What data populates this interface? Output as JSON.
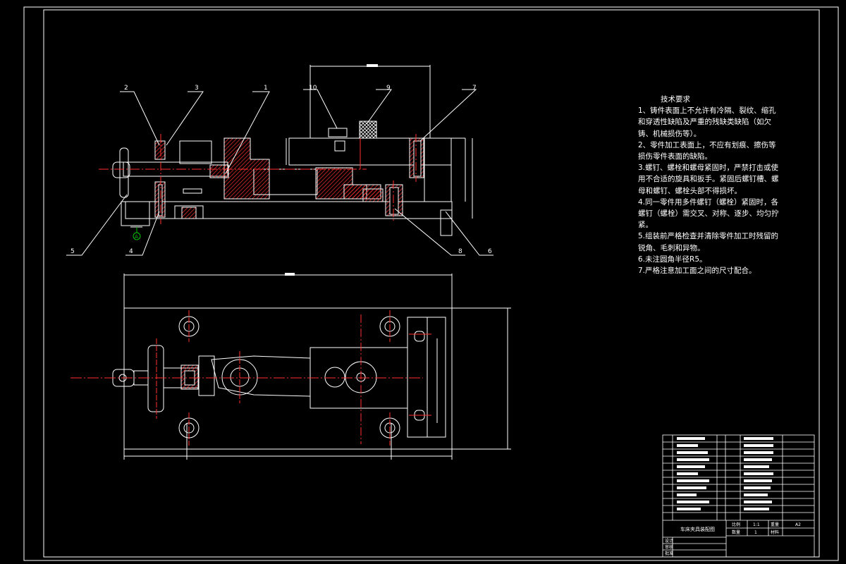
{
  "drawing": {
    "balloons": [
      "1",
      "2",
      "3",
      "4",
      "5",
      "6",
      "7",
      "8",
      "9",
      "10"
    ],
    "datum_symbol": "A",
    "tech_requirements": {
      "title": "技术要求",
      "lines": [
        "1、铸件表面上不允许有冷隔、裂纹、缩孔",
        "和穿透性缺陷及严重的残缺类缺陷（如欠",
        "铸、机械损伤等）。",
        "2、零件加工表面上，不应有划痕、擦伤等",
        "损伤零件表面的缺陷。",
        "3.螺钉、螺栓和螺母紧固时，严禁打击或使",
        "用不合适的旋具和扳手。紧固后螺钉槽、螺",
        "母和螺钉、螺栓头部不得损坏。",
        "4.同一零件用多件螺钉（螺栓）紧固时，各",
        "螺钉（螺栓）需交叉、对称、逐步、均匀拧",
        "紧。",
        "5.组装前严格检查并清除零件加工时残留的",
        "锐角、毛刺和异物。",
        "6.未注圆角半径R5。",
        "7.严格注意加工面之间的尺寸配合。"
      ]
    },
    "title_block": {
      "name": "车床夹具装配图",
      "scale_label": "比例",
      "scale": "1:1",
      "weight_label": "重量",
      "quantity_label": "数量",
      "quantity": "1",
      "material_label": "材料",
      "drawing_no": "A2",
      "designer_label": "设计",
      "checker_label": "审核",
      "approver_label": "批准"
    }
  }
}
